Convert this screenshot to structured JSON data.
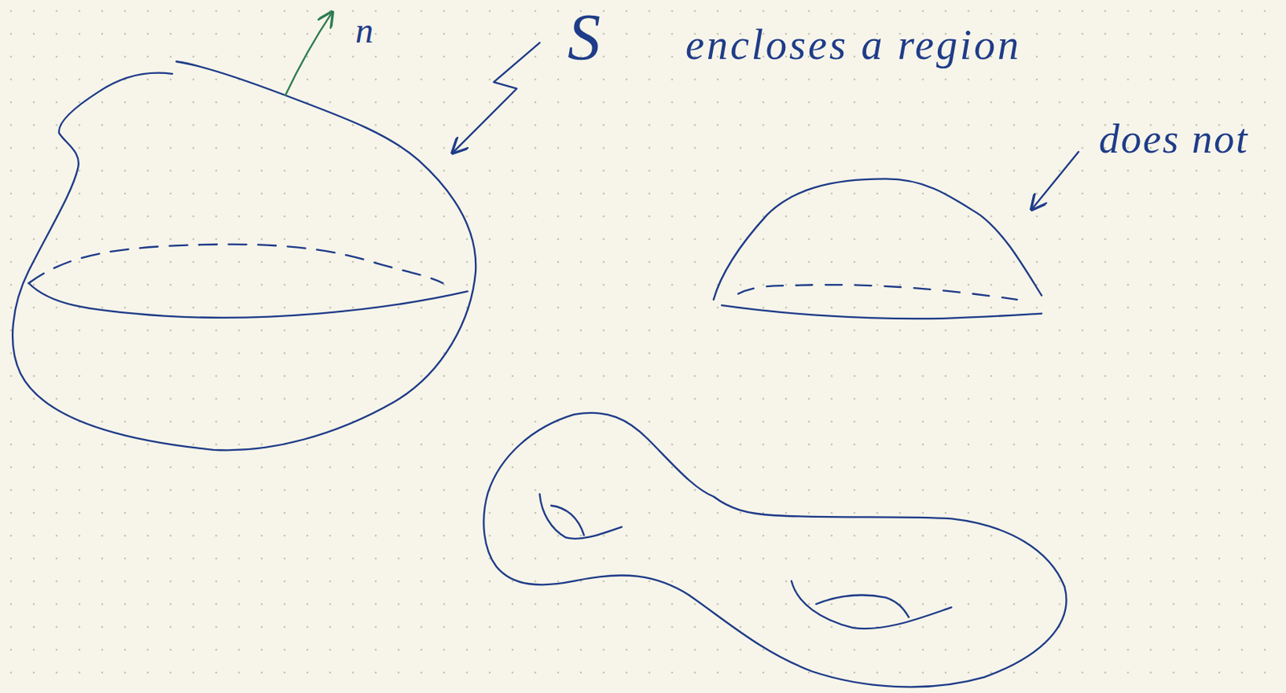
{
  "diagram": {
    "labels": [
      "n⃗",
      "S",
      "encloses a region",
      "does not"
    ]
  }
}
